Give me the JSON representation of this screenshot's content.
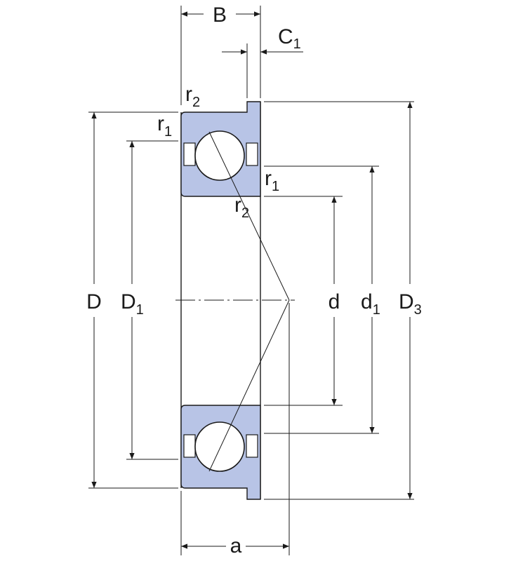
{
  "labels": {
    "B": "B",
    "C": "C",
    "C_sub": "1",
    "r2_top": "r",
    "r2_top_sub": "2",
    "r1_left": "r",
    "r1_left_sub": "1",
    "r1_right": "r",
    "r1_right_sub": "1",
    "r2_mid": "r",
    "r2_mid_sub": "2",
    "D": "D",
    "D1": "D",
    "D1_sub": "1",
    "d": "d",
    "d1": "d",
    "d1_sub": "1",
    "D3": "D",
    "D3_sub": "3",
    "a": "a"
  },
  "colors": {
    "ring_fill": "#b8c4e6",
    "line": "#1a1a1a"
  }
}
